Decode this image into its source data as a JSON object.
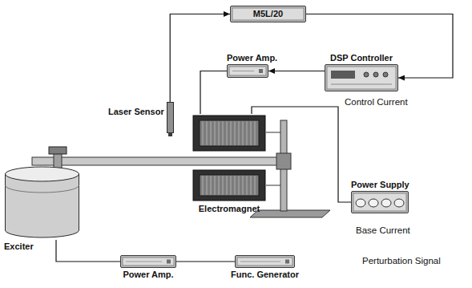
{
  "diagram": {
    "nodes": [
      {
        "text": [
          "M5L/20"
        ]
      },
      {
        "text": [
          "Power Amp."
        ]
      },
      {
        "text": [
          "DSP Controller"
        ]
      },
      {
        "text": [
          "Laser Sensor"
        ]
      },
      {
        "text": [
          "Electromagnet"
        ]
      },
      {
        "text": [
          "Power Supply"
        ]
      },
      {
        "text": [
          "Exciter"
        ]
      },
      {
        "text": [
          "Power Amp."
        ]
      },
      {
        "text": [
          "Func. Generator"
        ]
      }
    ],
    "edges": [
      {
        "from": 3,
        "to": 0,
        "arrow": "to"
      },
      {
        "from": 0,
        "to": 2,
        "arrow": "to"
      },
      {
        "from": 2,
        "to": 1,
        "arrow": "to"
      },
      {
        "from": 1,
        "to": 4,
        "arrow": "none"
      },
      {
        "from": 5,
        "to": 4,
        "arrow": "none"
      },
      {
        "from": 8,
        "to": 7,
        "arrow": "none"
      },
      {
        "from": 7,
        "to": 6,
        "arrow": "none"
      }
    ],
    "labels": [
      "Control Current",
      "Base Current",
      "Perturbation Signal"
    ]
  }
}
